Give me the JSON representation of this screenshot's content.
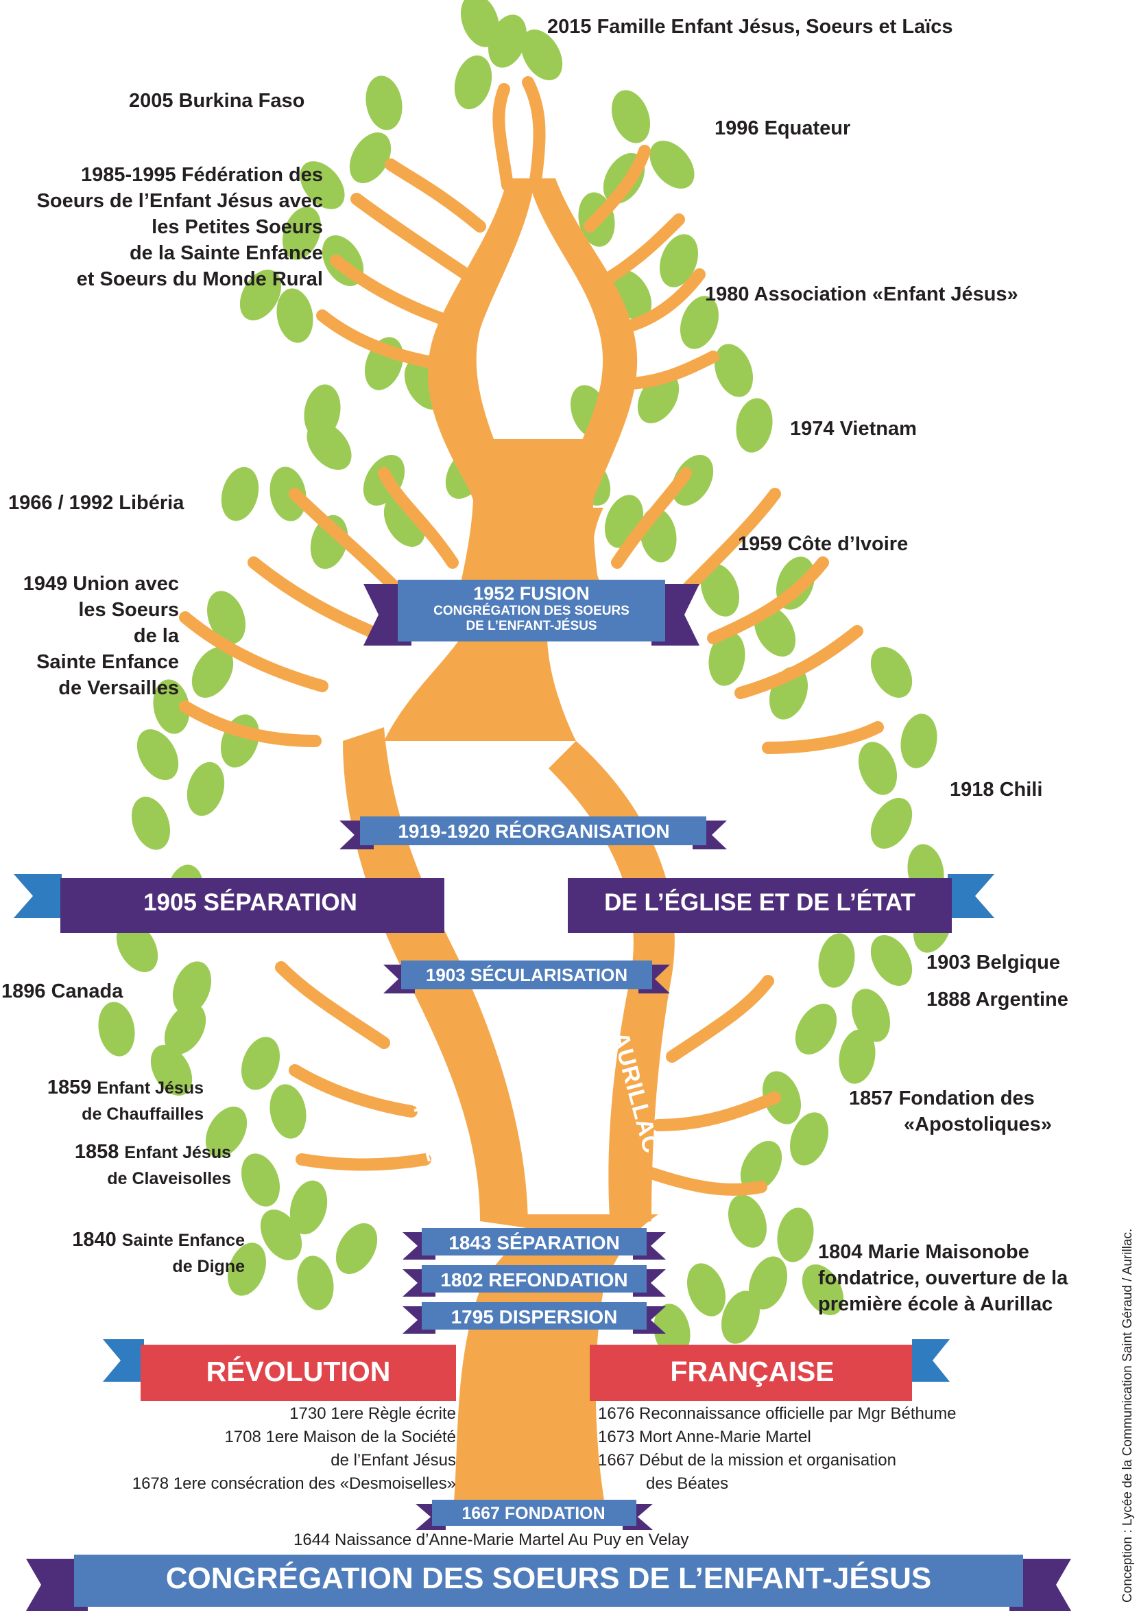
{
  "colors": {
    "trunk": "#F5A84B",
    "leaf": "#9CCB55",
    "purple": "#4E2E7A",
    "blue_banner": "#4F7CBA",
    "light_blue": "#2F7CC0",
    "red": "#E1454C",
    "text": "#231f20"
  },
  "left_labels": [
    {
      "year": "2005",
      "text": "Burkina Faso"
    },
    {
      "year": "1985-1995",
      "lines": [
        "1985-1995 Fédération des",
        "Soeurs de l’Enfant Jésus avec",
        "les Petites Soeurs",
        "de la Sainte Enfance",
        "et Soeurs du Monde Rural"
      ]
    },
    {
      "year": "1966 / 1992",
      "text": "Libéria"
    },
    {
      "year": "1949",
      "lines": [
        "1949 Union avec",
        "les Soeurs",
        "de la",
        "Sainte Enfance",
        "de Versailles"
      ]
    },
    {
      "year": "1896",
      "text": "Canada"
    },
    {
      "year": "1859",
      "text": "Enfant Jésus",
      "line2": "de Chauffailles"
    },
    {
      "year": "1858",
      "text": "Enfant Jésus",
      "line2": "de Claveisolles"
    },
    {
      "year": "1840",
      "text": "Sainte Enfance",
      "line2": "de Digne"
    }
  ],
  "right_labels": [
    {
      "text": "2015 Famille Enfant Jésus, Soeurs et Laïcs"
    },
    {
      "text": "1996 Equateur"
    },
    {
      "text": "1980 Association «Enfant Jésus»"
    },
    {
      "text": "1974 Vietnam"
    },
    {
      "text": "1959 Côte d’Ivoire"
    },
    {
      "text": "1918 Chili"
    },
    {
      "text": "1903 Belgique"
    },
    {
      "text": "1888 Argentine"
    },
    {
      "lines": [
        "1857 Fondation des",
        "«Apostoliques»"
      ]
    },
    {
      "lines": [
        "1804 Marie Maisonobe",
        "fondatrice, ouverture de la",
        "première école à Aurillac"
      ]
    }
  ],
  "branch_labels": {
    "left": "LE PUY EN VELAY",
    "right": "AURILLAC"
  },
  "banners": {
    "fusion_title": "1952 FUSION",
    "fusion_line2": "CONGRÉGATION DES SOEURS",
    "fusion_line3": "DE L’ENFANT-JÉSUS",
    "reorganisation": "1919-1920 RÉORGANISATION",
    "separation_left": "1905 SÉPARATION",
    "separation_right": "DE L’ÉGLISE ET DE L’ÉTAT",
    "secularisation": "1903 SÉCULARISATION",
    "separation_1843": "1843 SÉPARATION",
    "refondation": "1802 REFONDATION",
    "dispersion": "1795 DISPERSION",
    "revolution_left": "RÉVOLUTION",
    "revolution_right": "FRANÇAISE",
    "fondation": "1667 FONDATION",
    "bottom_title": "CONGRÉGATION DES SOEURS DE L’ENFANT-JÉSUS"
  },
  "history_left": [
    "1730 1ere Règle écrite",
    "1708 1ere Maison de la Société",
    "de l’Enfant Jésus",
    "1678 1ere consécration des «Desmoiselles»"
  ],
  "history_right": [
    "1676 Reconnaissance officielle par Mgr Béthume",
    "1673 Mort Anne-Marie Martel",
    "1667 Début de la mission et organisation",
    "des Béates"
  ],
  "birth_line": "1644 Naissance d’Anne-Marie Martel Au Puy en Velay",
  "credit": "Conception : Lycée de la Communication Saint Géraud / Aurillac."
}
